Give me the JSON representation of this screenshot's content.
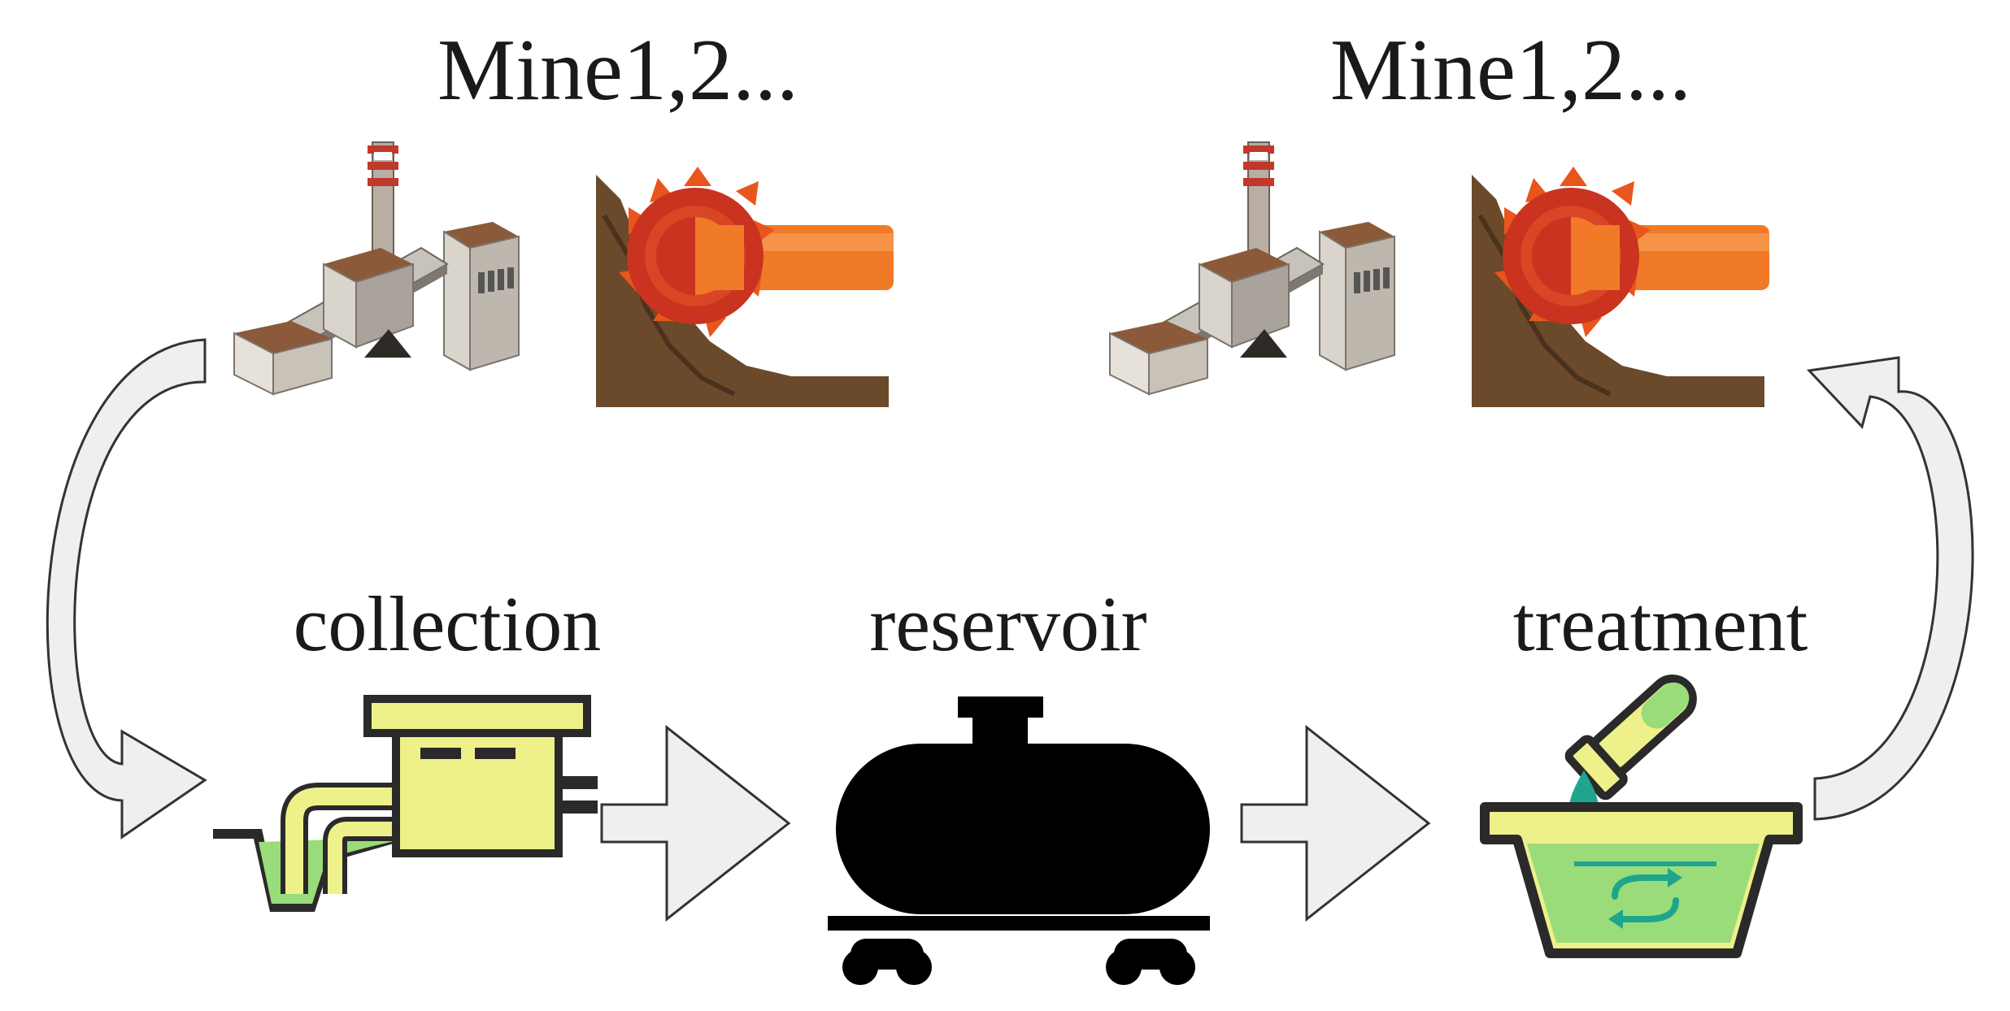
{
  "labels": {
    "mine_left": "Mine1,2...",
    "mine_right": "Mine1,2...",
    "collection": "collection",
    "reservoir": "reservoir",
    "treatment": "treatment"
  },
  "icons": {
    "mine_plant": "factory-conveyor-icon",
    "excavator": "bucket-wheel-excavator-icon",
    "collection": "collection-sump-icon",
    "reservoir": "tank-car-icon",
    "treatment": "treatment-basin-icon",
    "arrow": "block-arrow-icon"
  },
  "colors": {
    "arrow_fill": "#efefef",
    "arrow_stroke": "#333333",
    "soil": "#6b4a2c",
    "wheel_red": "#c9331f",
    "wheel_orange": "#f07a28",
    "yellow": "#eef08a",
    "green_water": "#9bdc7a",
    "teal": "#1fa58c",
    "tank_black": "#000000"
  }
}
